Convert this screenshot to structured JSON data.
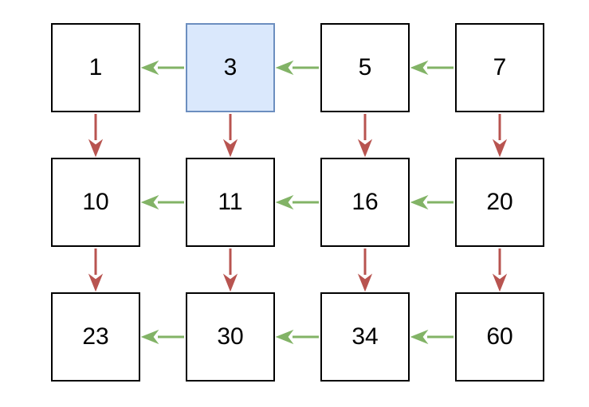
{
  "diagram": {
    "rows": [
      [
        "1",
        "3",
        "5",
        "7"
      ],
      [
        "10",
        "11",
        "16",
        "20"
      ],
      [
        "23",
        "30",
        "34",
        "60"
      ]
    ],
    "highlighted": "3",
    "colors": {
      "node_fill": "#ffffff",
      "node_border": "#000000",
      "highlight_fill": "#dae8fc",
      "highlight_border": "#6c8ebf",
      "horizontal_arrow": "#82b366",
      "vertical_arrow": "#b85450",
      "text": "#000000"
    },
    "arrows": {
      "horizontal": "right-to-left",
      "vertical": "top-to-bottom"
    }
  }
}
